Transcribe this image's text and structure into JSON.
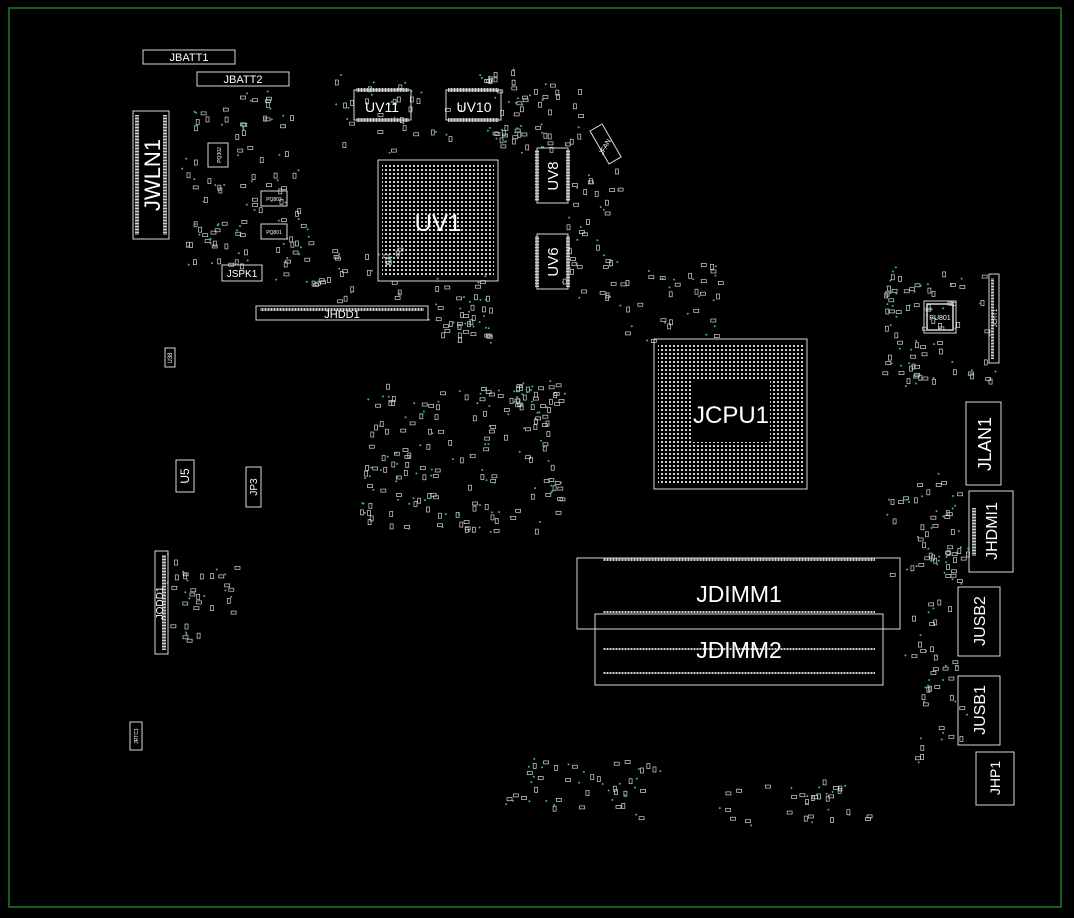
{
  "board": {
    "outline_color": "#1f7a1f",
    "silkscreen_color": "#d9d9d9",
    "via_color": "#2fb7a8"
  },
  "components": {
    "jbatt1": "JBATT1",
    "jbatt2": "JBATT2",
    "jwln1": "JWLN1",
    "uv11": "UV11",
    "uv10": "UV10",
    "uv8": "UV8",
    "uv6": "UV6",
    "uv1": "UV1",
    "jspk1": "JSPK1",
    "jhdd1": "JHDD1",
    "pq802": "PQ802",
    "pq801": "PQ801",
    "pq302": "PQ302",
    "jfan": "JFAN",
    "u38": "U38",
    "u5": "U5",
    "jp3": "JP3",
    "jodd1": "JODD1",
    "jrtc1": "JRTC1",
    "jcpu1": "JCPU1",
    "pu801": "PU801",
    "jcrt1": "JCRT1",
    "jlan1": "JLAN1",
    "jhdmi1": "JHDMI1",
    "jdimm1": "JDIMM1",
    "jdimm2": "JDIMM2",
    "jusb2": "JUSB2",
    "jusb1": "JUSB1",
    "jhp1": "JHP1"
  }
}
